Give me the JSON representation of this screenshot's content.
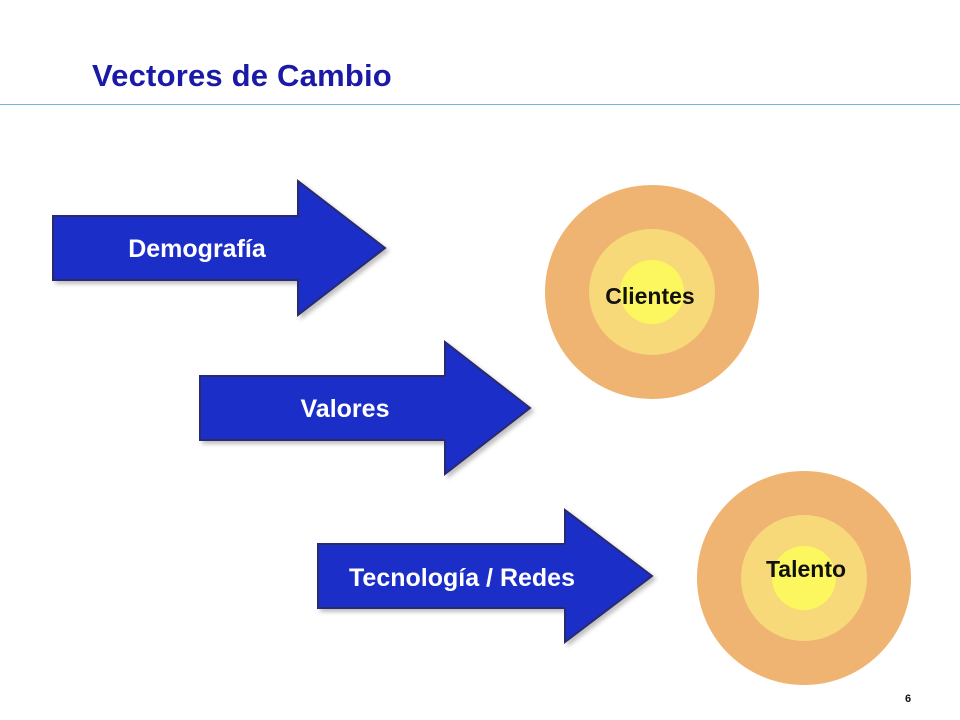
{
  "slide": {
    "title": "Vectores de Cambio",
    "page_number": "6"
  },
  "arrows": [
    {
      "label": "Demografía"
    },
    {
      "label": "Valores"
    },
    {
      "label": "Tecnología / Redes"
    }
  ],
  "targets": [
    {
      "label": "Clientes"
    },
    {
      "label": "Talento"
    }
  ],
  "colors": {
    "title": "#1a1aa6",
    "title_rule": "#6fb8d8",
    "arrow_fill": "#1c2fc8",
    "arrow_stroke": "#2a2a6e",
    "ring_outer": "#f0b472",
    "ring_middle": "#f8d97a",
    "ring_inner": "#fcf75e"
  }
}
